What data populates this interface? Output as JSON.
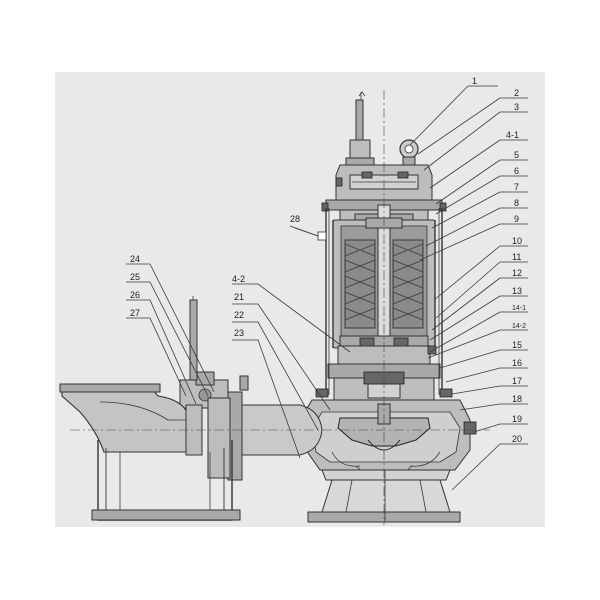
{
  "labels": {
    "l1": "1",
    "l2": "2",
    "l3": "3",
    "l4_1": "4-1",
    "l5": "5",
    "l6": "6",
    "l7": "7",
    "l8": "8",
    "l9": "9",
    "l10": "10",
    "l11": "11",
    "l12": "12",
    "l13": "13",
    "l14_1": "14-1",
    "l14_2": "14-2",
    "l15": "15",
    "l16": "16",
    "l17": "17",
    "l18": "18",
    "l19": "19",
    "l20": "20",
    "l21": "21",
    "l22": "22",
    "l23": "23",
    "l24": "24",
    "l25": "25",
    "l26": "26",
    "l27": "27",
    "l28": "28",
    "l4_2": "4-2"
  },
  "colors": {
    "background": "#ffffff",
    "panel": "#e9e9e9",
    "metal": "#bdbdbd",
    "line": "#333333"
  }
}
